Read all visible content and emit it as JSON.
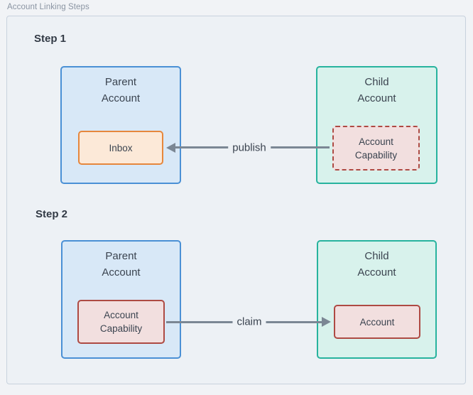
{
  "diagram": {
    "title": "Account Linking Steps",
    "steps": [
      {
        "label": "Step 1",
        "parent_box": {
          "title": "Parent\nAccount",
          "inner": {
            "label": "Inbox"
          }
        },
        "child_box": {
          "title": "Child\nAccount",
          "inner": {
            "label": "Account\nCapability"
          }
        },
        "edge": {
          "label": "publish",
          "direction": "left",
          "from": "child-account-capability",
          "to": "parent-inbox"
        }
      },
      {
        "label": "Step 2",
        "parent_box": {
          "title": "Parent\nAccount",
          "inner": {
            "label": "Account\nCapability"
          }
        },
        "child_box": {
          "title": "Child\nAccount",
          "inner": {
            "label": "Account"
          }
        },
        "edge": {
          "label": "claim",
          "direction": "right",
          "from": "parent-account-capability",
          "to": "child-account"
        }
      }
    ]
  },
  "colors": {
    "page_bg": "#f1f3f6",
    "container_fill": "#edf1f5",
    "container_border": "#c8d2dd",
    "outer_label": "#8a94a2",
    "heading_text": "#323a45",
    "node_text": "#3b4450",
    "arrow": "#7b8794",
    "parent_fill": "#d8e8f7",
    "parent_border": "#4a90d5",
    "child_fill": "#d8f2ec",
    "child_border": "#27b39e",
    "orange_fill": "#fce9d8",
    "orange_border": "#e6873c",
    "red_fill": "#f2dfdf",
    "red_border": "#ae4a43"
  }
}
